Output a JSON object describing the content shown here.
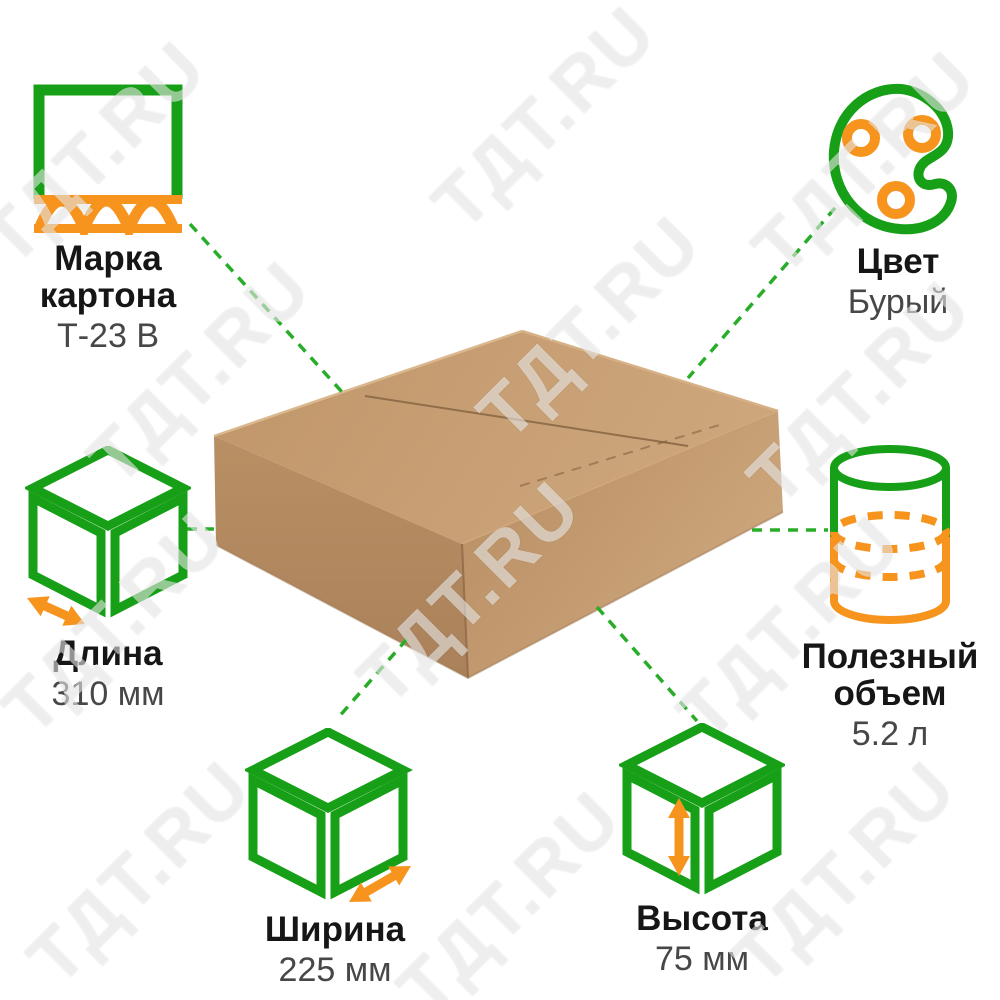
{
  "page": {
    "background": "#ffffff",
    "watermark_text": "ТДТ.RU"
  },
  "colors": {
    "icon_green": "#17a017",
    "connector_green": "#28ad28",
    "icon_orange": "#f7941d",
    "label_text": "#161616",
    "value_text": "#474747",
    "kraft_top_light": "#cda77d",
    "kraft_mid": "#c09669",
    "kraft_shadow": "#ab8159"
  },
  "product": {
    "description": "kraft cardboard box photo"
  },
  "features": [
    {
      "id": "cardboard-grade",
      "icon": "corrugated-cardboard-icon",
      "label": "Марка картона",
      "value": "Т-23 В"
    },
    {
      "id": "color",
      "icon": "palette-icon",
      "label": "Цвет",
      "value": "Бурый"
    },
    {
      "id": "length",
      "icon": "cube-length-icon",
      "label": "Длина",
      "value": "310 мм"
    },
    {
      "id": "useful-volume",
      "icon": "cylinder-volume-icon",
      "label": "Полезный объем",
      "value": "5.2 л"
    },
    {
      "id": "width",
      "icon": "cube-width-icon",
      "label": "Ширина",
      "value": "225 мм"
    },
    {
      "id": "height",
      "icon": "cube-height-icon",
      "label": "Высота",
      "value": "75 мм"
    }
  ]
}
